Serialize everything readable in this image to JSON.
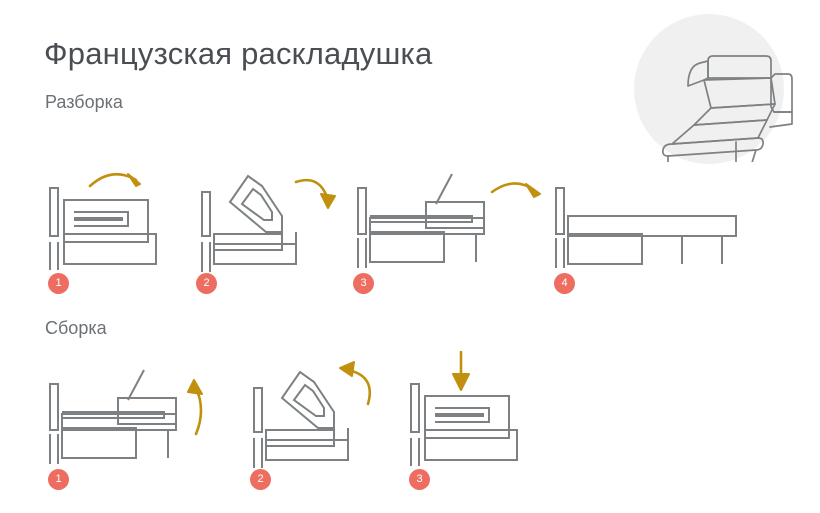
{
  "page": {
    "title": "Французская раскладушка",
    "background_color": "#ffffff",
    "line_color": "#7d8184",
    "arrow_color": "#c1900f",
    "badge_color": "#ee6d61",
    "circle_bg_color": "#f0f0f0",
    "title_color": "#4a4e53"
  },
  "hero": {
    "name": "sofa-bed-unfolded-illustration",
    "description": "Развёрнутый диван-кровать"
  },
  "sections": [
    {
      "id": "disassembly",
      "label": "Разборка",
      "steps": [
        {
          "number": "1",
          "state": "folded-sofa",
          "arrow": "curve-right"
        },
        {
          "number": "2",
          "state": "diagonal-mechanism",
          "arrow": "curve-right-down"
        },
        {
          "number": "3",
          "state": "partly-unfolded",
          "arrow": "curve-right"
        },
        {
          "number": "4",
          "state": "flat-bed",
          "arrow": "none"
        }
      ]
    },
    {
      "id": "assembly",
      "label": "Сборка",
      "steps": [
        {
          "number": "1",
          "state": "partly-unfolded",
          "arrow": "curve-up"
        },
        {
          "number": "2",
          "state": "diagonal-mechanism",
          "arrow": "curve-left-up"
        },
        {
          "number": "3",
          "state": "folded-sofa",
          "arrow": "straight-down"
        }
      ]
    }
  ]
}
